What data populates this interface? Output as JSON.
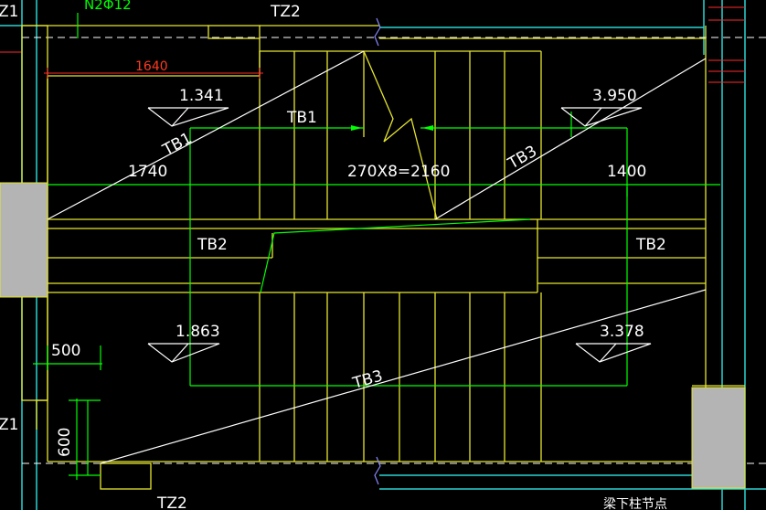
{
  "drawing": {
    "labels": {
      "tz1_top": "Z1",
      "tz2_top": "TZ2",
      "rebar_note": "N2Φ12",
      "tz1_bottom": "Z1",
      "tz2_bottom": "TZ2",
      "tb1_left": "TB1",
      "tb1_mid": "TB1",
      "tb2_left": "TB2",
      "tb2_right": "TB2",
      "tb3_top": "TB3",
      "tb3_bottom": "TB3",
      "bottom_note": "梁下柱节点"
    },
    "dimensions": {
      "d1640": "1640",
      "d1740": "1740",
      "d_steps": "270X8=2160",
      "d1400": "1400",
      "d500": "500",
      "d600": "600"
    },
    "elevations": {
      "e1341": "1.341",
      "e3950": "3.950",
      "e1863": "1.863",
      "e3378": "3.378"
    },
    "colors": {
      "background": "#000000",
      "white_line": "#ffffff",
      "yellow_line": "#e6e62e",
      "green_line": "#00ff00",
      "cyan_line": "#2ad4d4",
      "red_line": "#ff2a2a",
      "column_fill": "#b4b4b4"
    }
  }
}
